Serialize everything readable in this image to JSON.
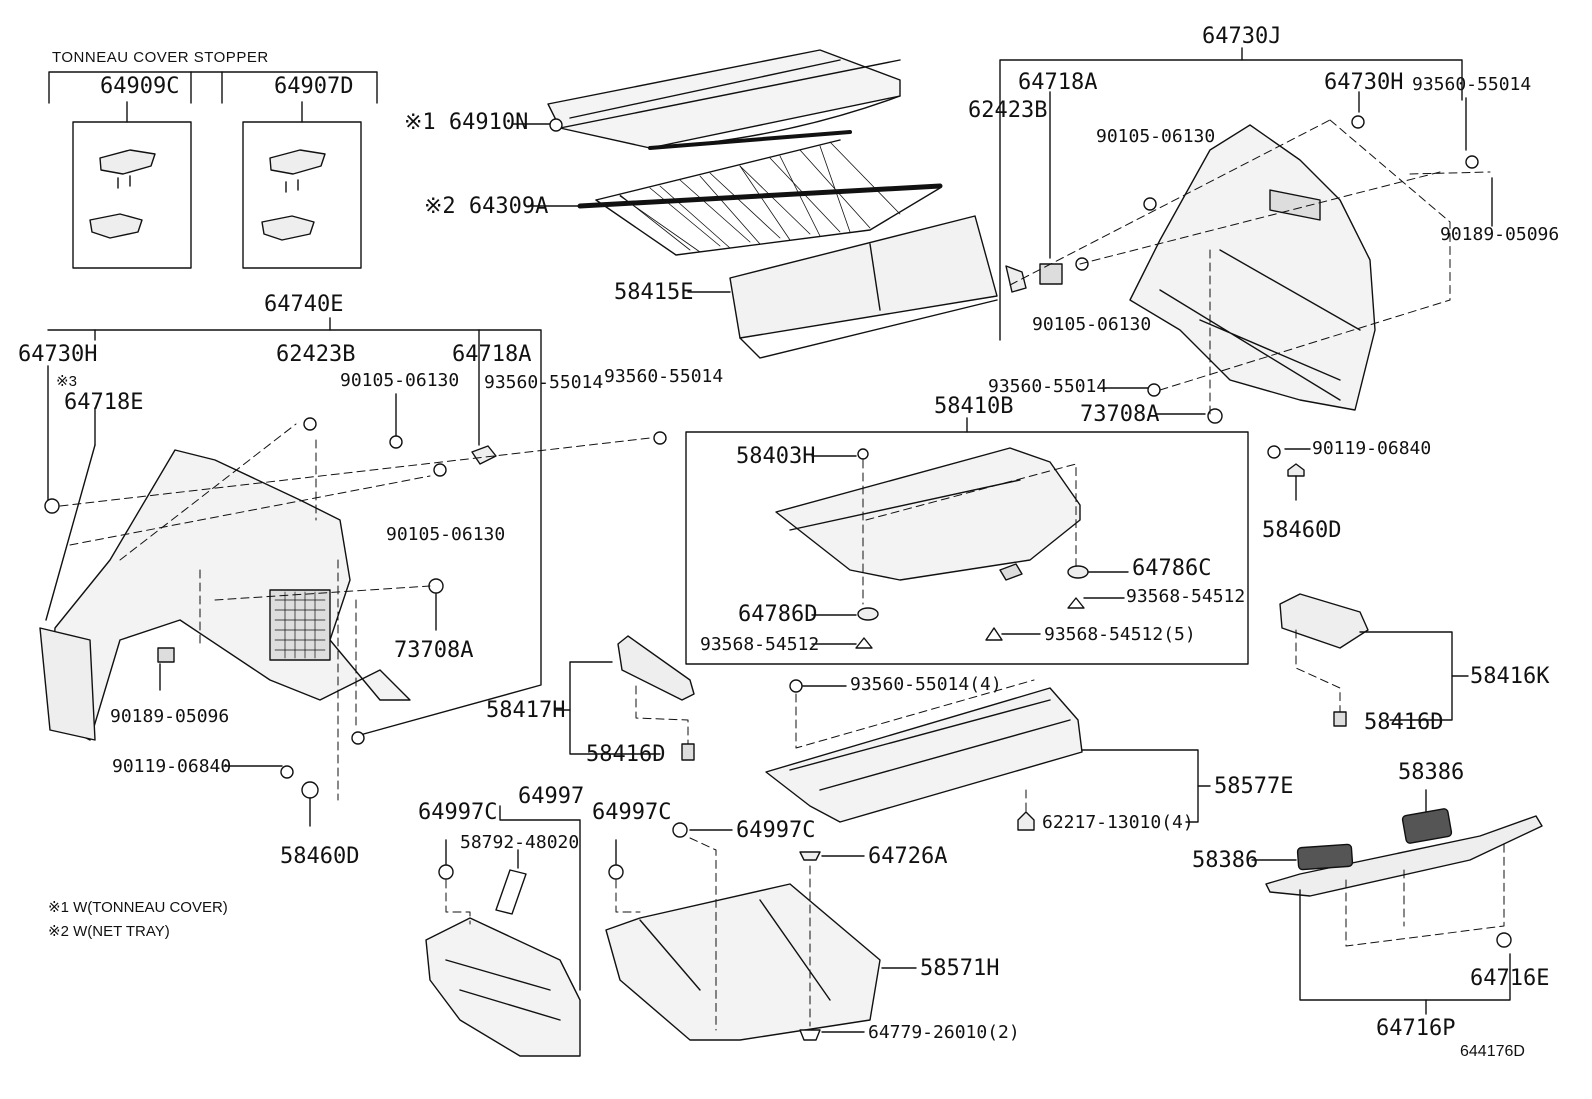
{
  "header": {
    "stopper_title": "TONNEAU COVER STOPPER"
  },
  "labels": {
    "p64909C": "64909C",
    "p64907D": "64907D",
    "p64910N": "※1 64910N",
    "p64309A": "※2 64309A",
    "p58415E": "58415E",
    "p64730J": "64730J",
    "p64718A_r": "64718A",
    "p64730H_r": "64730H",
    "p93560_55014_r1": "93560-55014",
    "p62423B_r": "62423B",
    "p90105_06130_r1": "90105-06130",
    "p90189_05096_r": "90189-05096",
    "p90105_06130_r2": "90105-06130",
    "p93560_55014_r2": "93560-55014",
    "p73708A_r": "73708A",
    "p90119_06840_r": "90119-06840",
    "p58460D_r": "58460D",
    "p64740E": "64740E",
    "p64730H_l": "64730H",
    "p_note3": "※3",
    "p64718E": "64718E",
    "p62423B_l": "62423B",
    "p64718A_l": "64718A",
    "p90105_06130_l1": "90105-06130",
    "p93560_55014_l": "93560-55014",
    "p93560_55014_m": "93560-55014",
    "p90105_06130_l2": "90105-06130",
    "p73708A_l": "73708A",
    "p90189_05096_l": "90189-05096",
    "p90119_06840_l": "90119-06840",
    "p58460D_l": "58460D",
    "p58410B": "58410B",
    "p58403H": "58403H",
    "p64786C": "64786C",
    "p64786D": "64786D",
    "p93568_54512_a": "93568-54512",
    "p93568_54512_b": "93568-54512",
    "p93568_54512_5": "93568-54512(5)",
    "p58416K": "58416K",
    "p58416D_r": "58416D",
    "p58417H": "58417H",
    "p58416D_m": "58416D",
    "p93560_55014_4": "93560-55014(4)",
    "p58577E": "58577E",
    "p62217_13010_4": "62217-13010(4)",
    "p58386_a": "58386",
    "p58386_b": "58386",
    "p64716E": "64716E",
    "p64716P": "64716P",
    "p64997C_a": "64997C",
    "p64997": "64997",
    "p58792_48020": "58792-48020",
    "p64997C_b": "64997C",
    "p64997C_c": "64997C",
    "p64726A": "64726A",
    "p58571H": "58571H",
    "p64779_26010_2": "64779-26010(2)"
  },
  "notes": {
    "note1": "※1 W(TONNEAU COVER)",
    "note2": "※2 W(NET TRAY)"
  },
  "footer": {
    "diagram_code": "644176D"
  }
}
